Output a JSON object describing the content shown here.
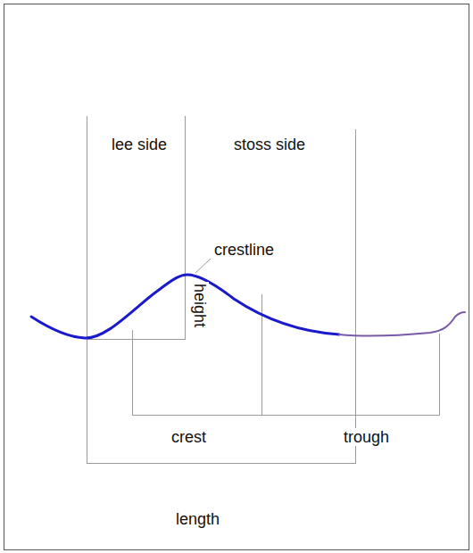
{
  "diagram": {
    "labels": [
      "lee side",
      "stoss side",
      "crestline",
      "height",
      "crest",
      "trough",
      "length"
    ]
  }
}
